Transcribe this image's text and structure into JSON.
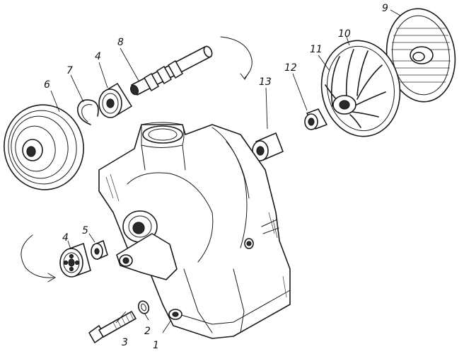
{
  "callouts": {
    "c1": "1",
    "c2": "2",
    "c3": "3",
    "c4a": "4",
    "c4b": "4",
    "c5": "5",
    "c6": "6",
    "c7": "7",
    "c8": "8",
    "c9": "9",
    "c10": "10",
    "c11": "11",
    "c12": "12",
    "c13": "13"
  },
  "colors": {
    "ink": "#1a1a1a",
    "paper": "#ffffff"
  }
}
